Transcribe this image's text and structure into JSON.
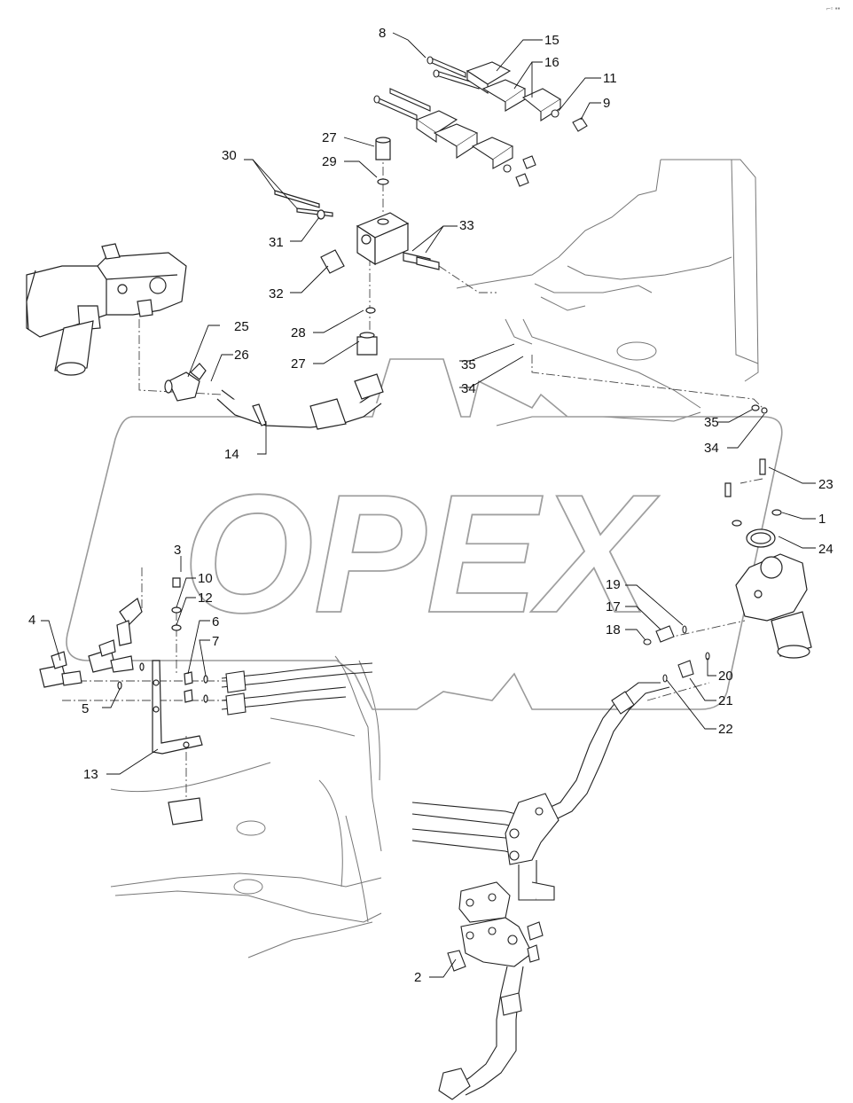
{
  "watermark": {
    "text": "OPEX"
  },
  "corner_mark": "⌐▫ ▪▪",
  "callouts": [
    {
      "id": "c8",
      "label": "8"
    },
    {
      "id": "c15",
      "label": "15"
    },
    {
      "id": "c16",
      "label": "16"
    },
    {
      "id": "c11",
      "label": "11"
    },
    {
      "id": "c9",
      "label": "9"
    },
    {
      "id": "c27a",
      "label": "27"
    },
    {
      "id": "c29",
      "label": "29"
    },
    {
      "id": "c30",
      "label": "30"
    },
    {
      "id": "c33",
      "label": "33"
    },
    {
      "id": "c31",
      "label": "31"
    },
    {
      "id": "c32",
      "label": "32"
    },
    {
      "id": "c28",
      "label": "28"
    },
    {
      "id": "c25",
      "label": "25"
    },
    {
      "id": "c26",
      "label": "26"
    },
    {
      "id": "c27b",
      "label": "27"
    },
    {
      "id": "c35a",
      "label": "35"
    },
    {
      "id": "c34a",
      "label": "34"
    },
    {
      "id": "c35b",
      "label": "35"
    },
    {
      "id": "c34b",
      "label": "34"
    },
    {
      "id": "c14",
      "label": "14"
    },
    {
      "id": "c23",
      "label": "23"
    },
    {
      "id": "c1",
      "label": "1"
    },
    {
      "id": "c24",
      "label": "24"
    },
    {
      "id": "c3",
      "label": "3"
    },
    {
      "id": "c10",
      "label": "10"
    },
    {
      "id": "c12",
      "label": "12"
    },
    {
      "id": "c19",
      "label": "19"
    },
    {
      "id": "c17",
      "label": "17"
    },
    {
      "id": "c18",
      "label": "18"
    },
    {
      "id": "c4",
      "label": "4"
    },
    {
      "id": "c6",
      "label": "6"
    },
    {
      "id": "c7",
      "label": "7"
    },
    {
      "id": "c20",
      "label": "20"
    },
    {
      "id": "c5",
      "label": "5"
    },
    {
      "id": "c21",
      "label": "21"
    },
    {
      "id": "c22",
      "label": "22"
    },
    {
      "id": "c13",
      "label": "13"
    },
    {
      "id": "c2",
      "label": "2"
    }
  ]
}
